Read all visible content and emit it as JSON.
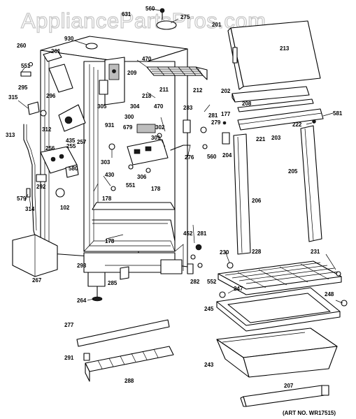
{
  "watermark": "AppliancePartsPros.com",
  "art_number": "(ART NO. WR17515)",
  "callouts": [
    {
      "id": "p560a",
      "text": "560"
    },
    {
      "id": "p631",
      "text": "631"
    },
    {
      "id": "p275",
      "text": "275"
    },
    {
      "id": "p201",
      "text": "201"
    },
    {
      "id": "p930",
      "text": "930"
    },
    {
      "id": "p260",
      "text": "260"
    },
    {
      "id": "p261",
      "text": "261"
    },
    {
      "id": "p213",
      "text": "213"
    },
    {
      "id": "p551a",
      "text": "551"
    },
    {
      "id": "p470a",
      "text": "470"
    },
    {
      "id": "p209",
      "text": "209"
    },
    {
      "id": "p295",
      "text": "295"
    },
    {
      "id": "p296",
      "text": "296"
    },
    {
      "id": "p211",
      "text": "211"
    },
    {
      "id": "p212",
      "text": "212"
    },
    {
      "id": "p202",
      "text": "202"
    },
    {
      "id": "p315",
      "text": "315"
    },
    {
      "id": "p218",
      "text": "218"
    },
    {
      "id": "p305",
      "text": "305"
    },
    {
      "id": "p304",
      "text": "304"
    },
    {
      "id": "p470b",
      "text": "470"
    },
    {
      "id": "p208",
      "text": "208"
    },
    {
      "id": "p312",
      "text": "312"
    },
    {
      "id": "p283",
      "text": "283"
    },
    {
      "id": "p177",
      "text": "177"
    },
    {
      "id": "p581",
      "text": "581"
    },
    {
      "id": "p300",
      "text": "300"
    },
    {
      "id": "p281a",
      "text": "281"
    },
    {
      "id": "p435",
      "text": "435"
    },
    {
      "id": "p931",
      "text": "931"
    },
    {
      "id": "p679",
      "text": "679"
    },
    {
      "id": "p302",
      "text": "302"
    },
    {
      "id": "p279",
      "text": "279"
    },
    {
      "id": "p222",
      "text": "222"
    },
    {
      "id": "p313",
      "text": "313"
    },
    {
      "id": "p301",
      "text": "301"
    },
    {
      "id": "p221",
      "text": "221"
    },
    {
      "id": "p203",
      "text": "203"
    },
    {
      "id": "p257",
      "text": "257"
    },
    {
      "id": "p256",
      "text": "256"
    },
    {
      "id": "p255",
      "text": "255"
    },
    {
      "id": "p303",
      "text": "303"
    },
    {
      "id": "p276",
      "text": "276"
    },
    {
      "id": "p560b",
      "text": "560"
    },
    {
      "id": "p204",
      "text": "204"
    },
    {
      "id": "p580",
      "text": "580"
    },
    {
      "id": "p205",
      "text": "205"
    },
    {
      "id": "p430",
      "text": "430"
    },
    {
      "id": "p292",
      "text": "292"
    },
    {
      "id": "p551b",
      "text": "551"
    },
    {
      "id": "p306",
      "text": "306"
    },
    {
      "id": "p178a",
      "text": "178"
    },
    {
      "id": "p579",
      "text": "579"
    },
    {
      "id": "p178b",
      "text": "178"
    },
    {
      "id": "p206",
      "text": "206"
    },
    {
      "id": "p314",
      "text": "314"
    },
    {
      "id": "p102",
      "text": "102"
    },
    {
      "id": "p452",
      "text": "452"
    },
    {
      "id": "p281b",
      "text": "281"
    },
    {
      "id": "p178c",
      "text": "178"
    },
    {
      "id": "p230",
      "text": "230"
    },
    {
      "id": "p228",
      "text": "228"
    },
    {
      "id": "p231",
      "text": "231"
    },
    {
      "id": "p293",
      "text": "293"
    },
    {
      "id": "p267",
      "text": "267"
    },
    {
      "id": "p285",
      "text": "285"
    },
    {
      "id": "p282",
      "text": "282"
    },
    {
      "id": "p552",
      "text": "552"
    },
    {
      "id": "p247",
      "text": "247"
    },
    {
      "id": "p248",
      "text": "248"
    },
    {
      "id": "p264",
      "text": "264"
    },
    {
      "id": "p245",
      "text": "245"
    },
    {
      "id": "p277",
      "text": "277"
    },
    {
      "id": "p291",
      "text": "291"
    },
    {
      "id": "p288",
      "text": "288"
    },
    {
      "id": "p243",
      "text": "243"
    },
    {
      "id": "p207",
      "text": "207"
    }
  ]
}
